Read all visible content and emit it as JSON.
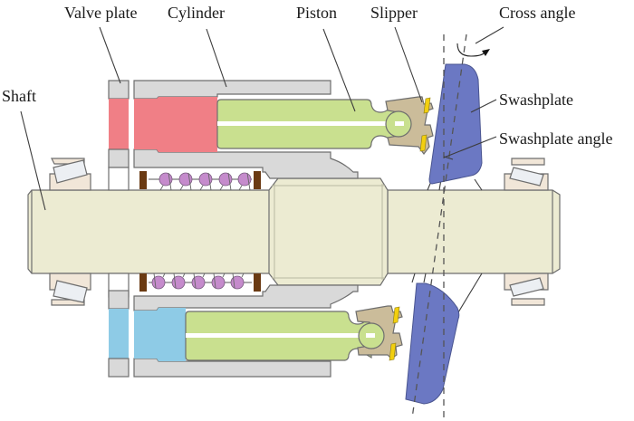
{
  "title": "Axial piston pump cross-section",
  "labels": {
    "valve_plate": "Valve plate",
    "cylinder": "Cylinder",
    "piston": "Piston",
    "slipper": "Slipper",
    "cross_angle": "Cross angle",
    "shaft": "Shaft",
    "swashplate": "Swashplate",
    "swashplate_angle": "Swashplate angle"
  },
  "colors": {
    "high_pressure_chamber": "#f07f86",
    "low_pressure_chamber": "#8ecbe6",
    "piston": "#c9e08f",
    "cylinder": "#d9d9d9",
    "shaft": "#ecebd2",
    "slipper": "#cbbc9a",
    "slipper_pad": "#f2cf0f",
    "swashplate": "#6b78c3",
    "spring_ball": "#c58bcc",
    "spring_retainer": "#6a3a12",
    "bearing_race": "#f1e6d8",
    "bearing_roller": "#eceff3"
  }
}
